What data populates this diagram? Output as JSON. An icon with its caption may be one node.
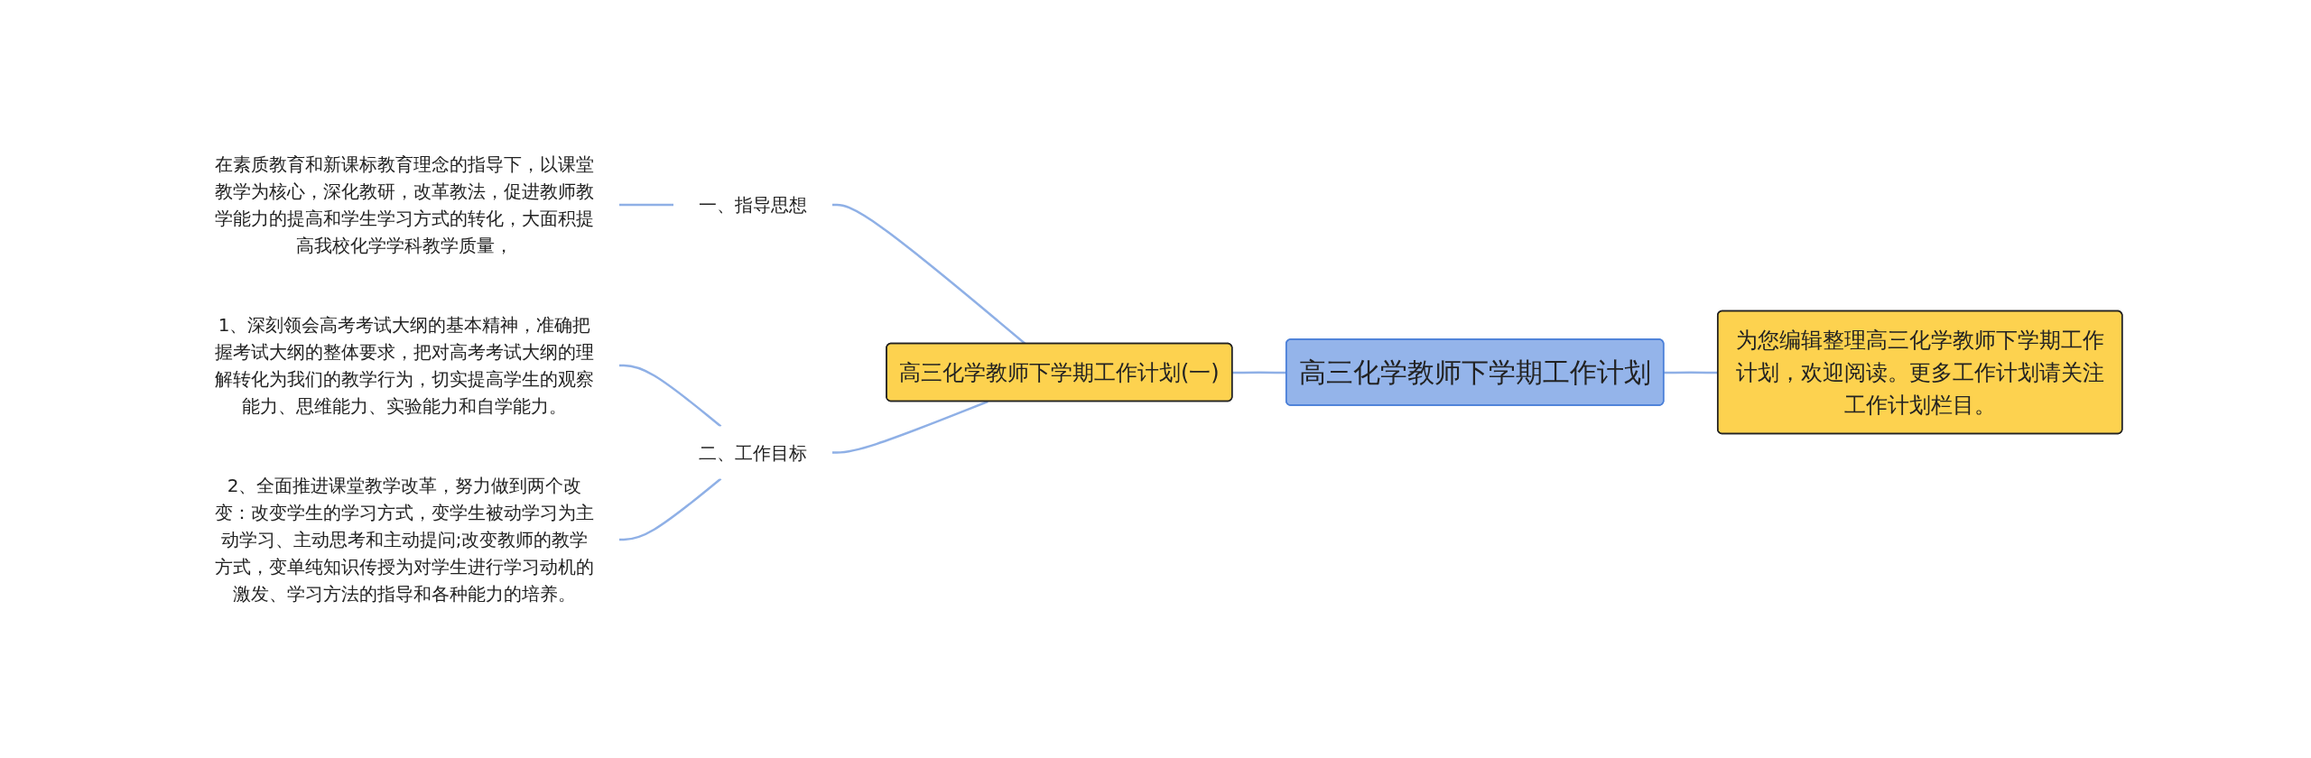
{
  "diagram": {
    "nodes": [
      {
        "text": [
          "高三化学教师下学期工作计划"
        ]
      },
      {
        "text": [
          "为您编辑整理高三化学教师下学期工作计划，欢迎阅读。更多工作计划请关注工作计划栏目。"
        ]
      },
      {
        "text": [
          "高三化学教师下学期工作计划(一)"
        ]
      },
      {
        "text": [
          "一、指导思想"
        ]
      },
      {
        "text": [
          "在素质教育和新课标教育理念的指导下，以课堂教学为核心，深化教研，改革教法，促进教师教学能力的提高和学生学习方式的转化，大面积提高我校化学学科教学质量，"
        ]
      },
      {
        "text": [
          "二、工作目标"
        ]
      },
      {
        "text": [
          "1、深刻领会高考考试大纲的基本精神，准确把握考试大纲的整体要求，把对高考考试大纲的理解转化为我们的教学行为，切实提高学生的观察能力、思维能力、实验能力和自学能力。"
        ]
      },
      {
        "text": [
          "2、全面推进课堂教学改革，努力做到两个改变：改变学生的学习方式，变学生被动学习为主动学习、主动思考和主动提问;改变教师的教学方式，变单纯知识传授为对学生进行学习动机的激发、学习方法的指导和各种能力的培养。"
        ]
      }
    ],
    "edges": [
      {
        "from": 1,
        "to": 0,
        "arrow": "none"
      },
      {
        "from": 0,
        "to": 2,
        "arrow": "none"
      },
      {
        "from": 2,
        "to": 3,
        "arrow": "none"
      },
      {
        "from": 3,
        "to": 4,
        "arrow": "none"
      },
      {
        "from": 2,
        "to": 5,
        "arrow": "none"
      },
      {
        "from": 5,
        "to": 6,
        "arrow": "none"
      },
      {
        "from": 5,
        "to": 7,
        "arrow": "none"
      }
    ]
  }
}
